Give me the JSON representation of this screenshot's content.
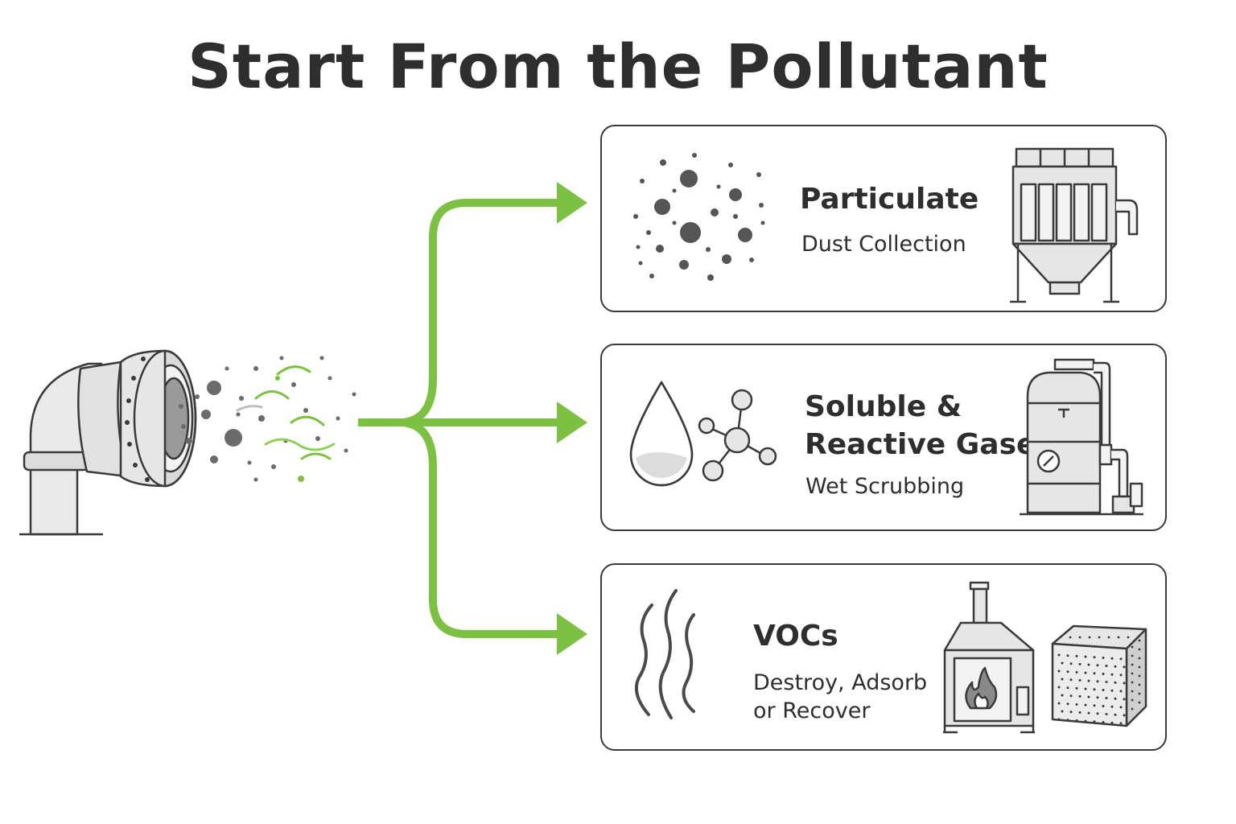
{
  "title": "Start From the Pollutant",
  "colors": {
    "accent": "#7cc142",
    "ink": "#3a3a3a",
    "fill": "#e6e6e6"
  },
  "branches": [
    {
      "title_lines": [
        "Particulate"
      ],
      "subtitle_lines": [
        "Dust Collection"
      ],
      "left_icon": "dust-particles-icon",
      "right_icon": "baghouse-dust-collector-icon"
    },
    {
      "title_lines": [
        "Soluble &",
        "Reactive Gases"
      ],
      "subtitle_lines": [
        "Wet Scrubbing"
      ],
      "left_icon": "droplet-molecule-icon",
      "right_icon": "wet-scrubber-icon"
    },
    {
      "title_lines": [
        "VOCs"
      ],
      "subtitle_lines": [
        "Destroy, Adsorb",
        "or Recover"
      ],
      "left_icon": "vapor-wisps-icon",
      "right_icon": "oxidizer-and-carbon-adsorber-icon"
    }
  ]
}
